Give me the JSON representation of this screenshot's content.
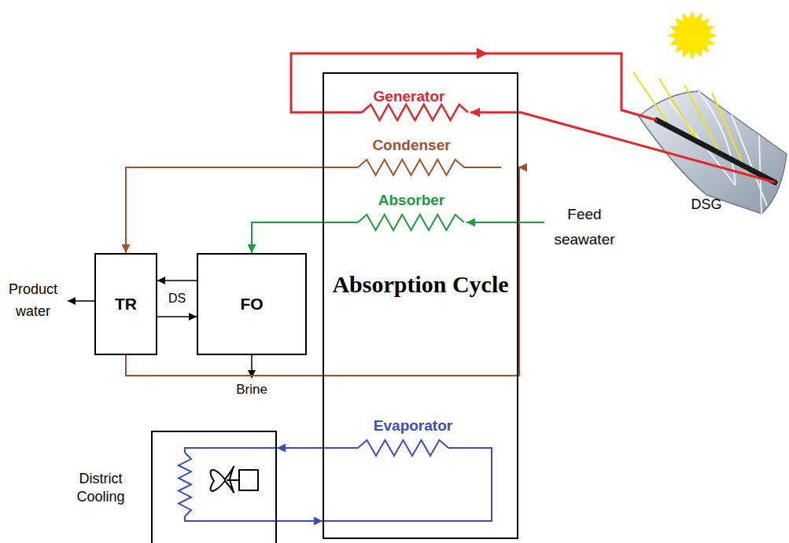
{
  "diagram": {
    "nodes": [
      {
        "text": [
          "Absorption Cycle"
        ]
      },
      {
        "text": [
          "TR"
        ]
      },
      {
        "text": [
          "FO"
        ]
      },
      {
        "text": [
          "District Cooling"
        ]
      }
    ],
    "edges": [
      {
        "from": 0,
        "to": 1,
        "arrow": "to"
      },
      {
        "from": 1,
        "to": 0,
        "arrow": "to"
      },
      {
        "from": 0,
        "to": 2,
        "arrow": "to"
      },
      {
        "from": 2,
        "to": 1,
        "arrow": "to"
      },
      {
        "from": 1,
        "to": 2,
        "arrow": "to"
      },
      {
        "from": 0,
        "to": 3,
        "arrow": "to"
      },
      {
        "from": 3,
        "to": 0,
        "arrow": "to"
      }
    ],
    "labels": [
      "Generator",
      "Condenser",
      "Absorber",
      "Evaporator",
      "Feed seawater",
      "Product water",
      "DS",
      "Brine",
      "DSG"
    ]
  }
}
